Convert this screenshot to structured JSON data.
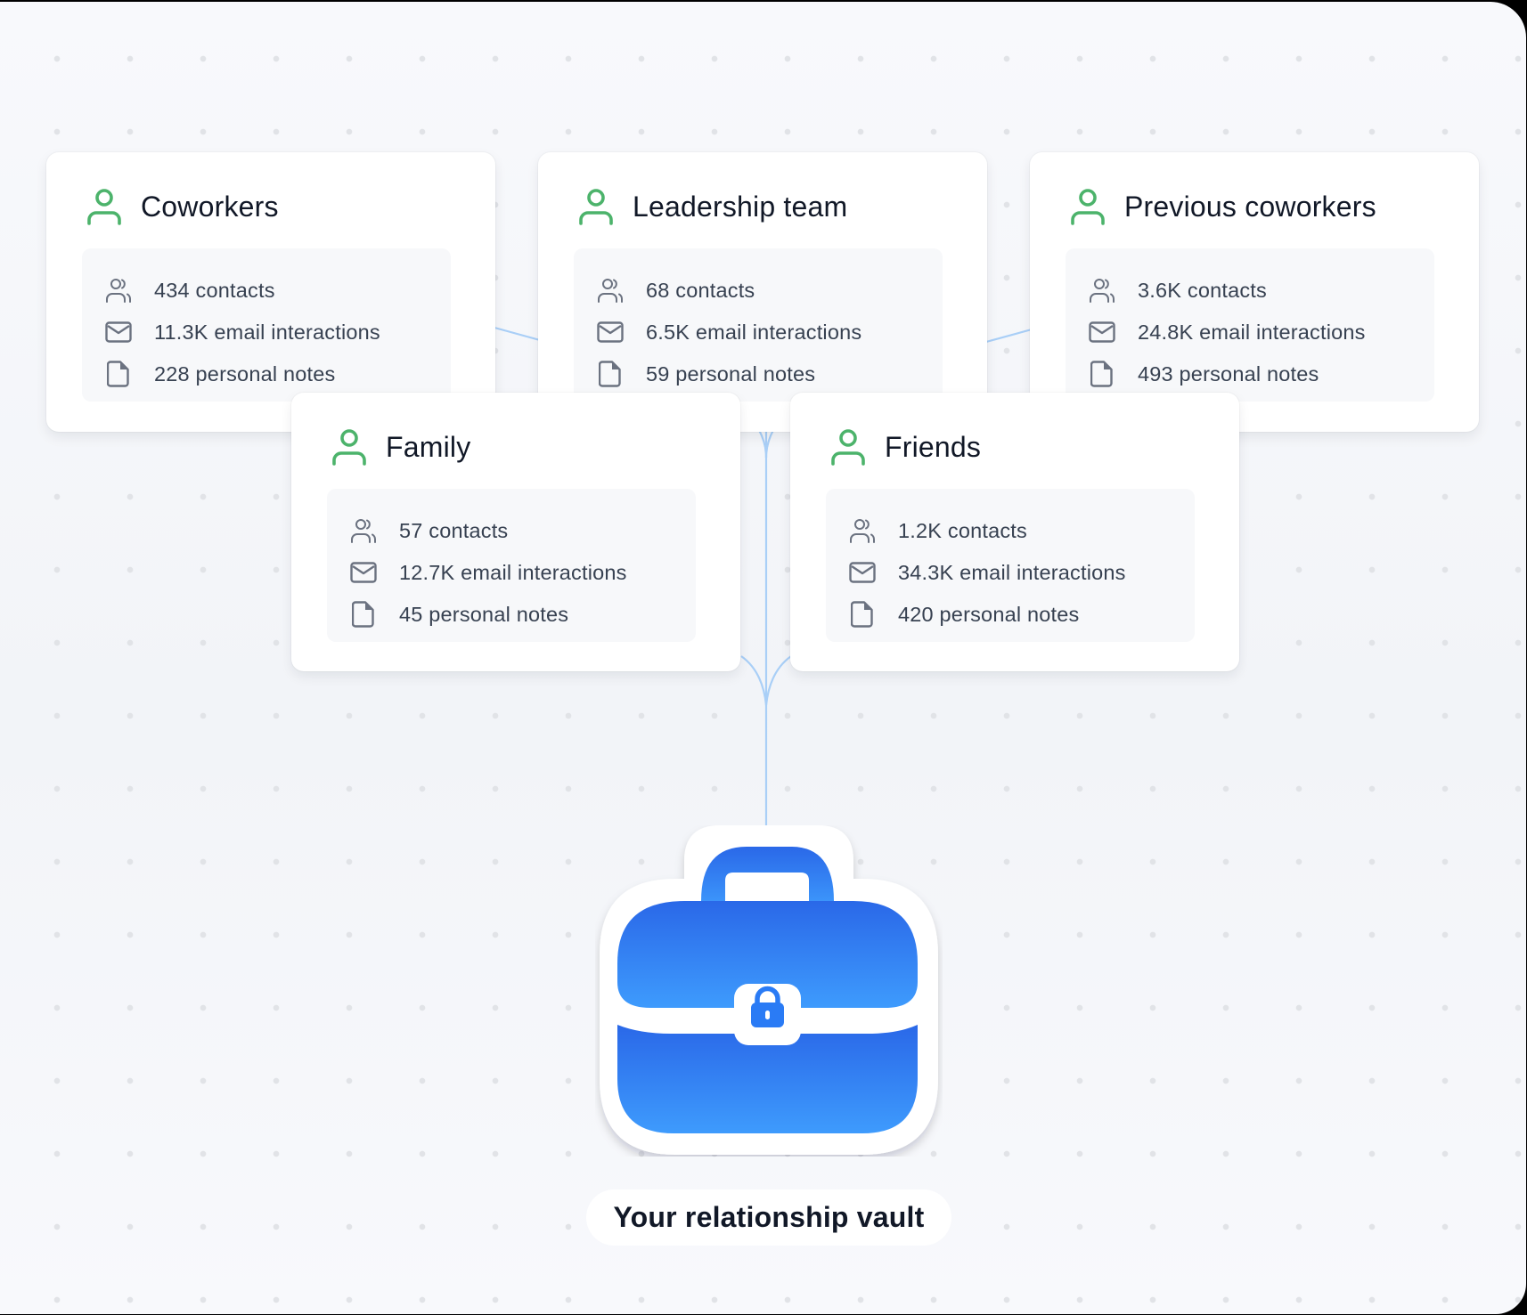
{
  "groups": [
    {
      "name": "Coworkers",
      "icon": "user-icon",
      "stats": {
        "contacts": "434 contacts",
        "emails": "11.3K email interactions",
        "notes": "228 personal notes"
      }
    },
    {
      "name": "Leadership team",
      "icon": "user-icon",
      "stats": {
        "contacts": "68 contacts",
        "emails": "6.5K email interactions",
        "notes": "59 personal notes"
      }
    },
    {
      "name": "Previous coworkers",
      "icon": "user-icon",
      "stats": {
        "contacts": "3.6K contacts",
        "emails": "24.8K email interactions",
        "notes": "493 personal notes"
      }
    },
    {
      "name": "Family",
      "icon": "user-icon",
      "stats": {
        "contacts": "57 contacts",
        "emails": "12.7K email interactions",
        "notes": "45 personal notes"
      }
    },
    {
      "name": "Friends",
      "icon": "user-icon",
      "stats": {
        "contacts": "1.2K contacts",
        "emails": "34.3K email interactions",
        "notes": "420 personal notes"
      }
    }
  ],
  "stat_icons": {
    "contacts": "users-icon",
    "emails": "envelope-icon",
    "notes": "document-icon"
  },
  "vault": {
    "icon": "briefcase-lock-icon",
    "label": "Your relationship vault"
  },
  "colors": {
    "accent_green": "#4CB36B",
    "vault_blue_top": "#2B6AE9",
    "vault_blue_bottom": "#3E9BFD",
    "connector": "#A9CFF7",
    "title_text": "#111827",
    "body_text": "#374151",
    "icon_gray": "#6B7280"
  }
}
